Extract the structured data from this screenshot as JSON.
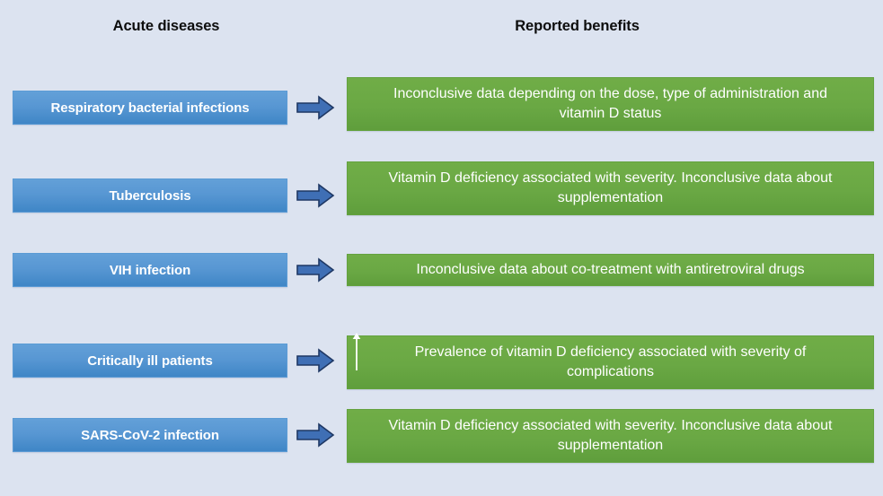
{
  "headers": {
    "left": "Acute diseases",
    "right": "Reported benefits"
  },
  "colors": {
    "background": "#dce3f0",
    "blue_box_top": "#63a0d8",
    "blue_box_bottom": "#3f86c6",
    "arrow_fill": "#3f6fb5",
    "arrow_stroke": "#1f3864",
    "green_box_top": "#70ad47",
    "green_box_bottom": "#5f9e3c",
    "text_light": "#ffffff",
    "header_text": "#0d0d0d"
  },
  "rows": [
    {
      "disease": "Respiratory bacterial infections",
      "benefit": "Inconclusive data depending on the dose, type of administration and vitamin D status",
      "benefit_size": "tall",
      "has_up_arrow": false
    },
    {
      "disease": "Tuberculosis",
      "benefit": "Vitamin D deficiency associated with severity. Inconclusive data about supplementation",
      "benefit_size": "tall",
      "has_up_arrow": false
    },
    {
      "disease": "VIH infection",
      "benefit": "Inconclusive data about co-treatment with antiretroviral drugs",
      "benefit_size": "short",
      "has_up_arrow": false
    },
    {
      "disease": "Critically ill patients",
      "benefit": "Prevalence of vitamin D deficiency associated with severity of complications",
      "benefit_size": "tall",
      "has_up_arrow": true
    },
    {
      "disease": "SARS-CoV-2 infection",
      "benefit": "Vitamin D deficiency associated with severity. Inconclusive data about supplementation",
      "benefit_size": "tall",
      "has_up_arrow": false
    }
  ]
}
